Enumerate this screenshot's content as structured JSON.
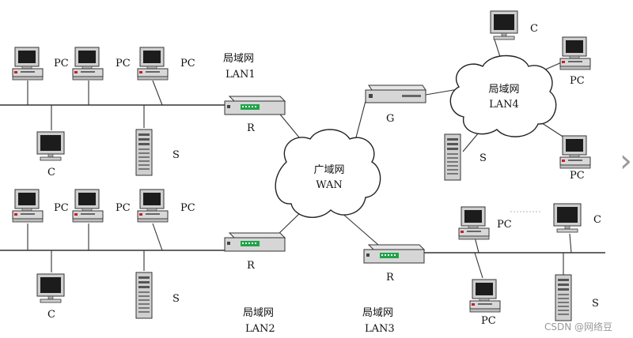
{
  "networks": {
    "lan1": {
      "name": "局域网",
      "id": "LAN1"
    },
    "lan2": {
      "name": "局域网",
      "id": "LAN2"
    },
    "lan3": {
      "name": "局域网",
      "id": "LAN3"
    },
    "lan4": {
      "name": "局域网",
      "id": "LAN4"
    },
    "wan": {
      "name": "广域网",
      "id": "WAN"
    }
  },
  "labels": {
    "pc": "PC",
    "client": "C",
    "server": "S",
    "router": "R",
    "gateway": "G"
  },
  "watermark": "CSDN @网络豆",
  "nav_arrow": "›",
  "icons": {
    "pc": "desktop-pc-icon",
    "client": "monitor-icon",
    "server": "tower-server-icon",
    "router": "router-icon",
    "gateway": "gateway-icon"
  }
}
